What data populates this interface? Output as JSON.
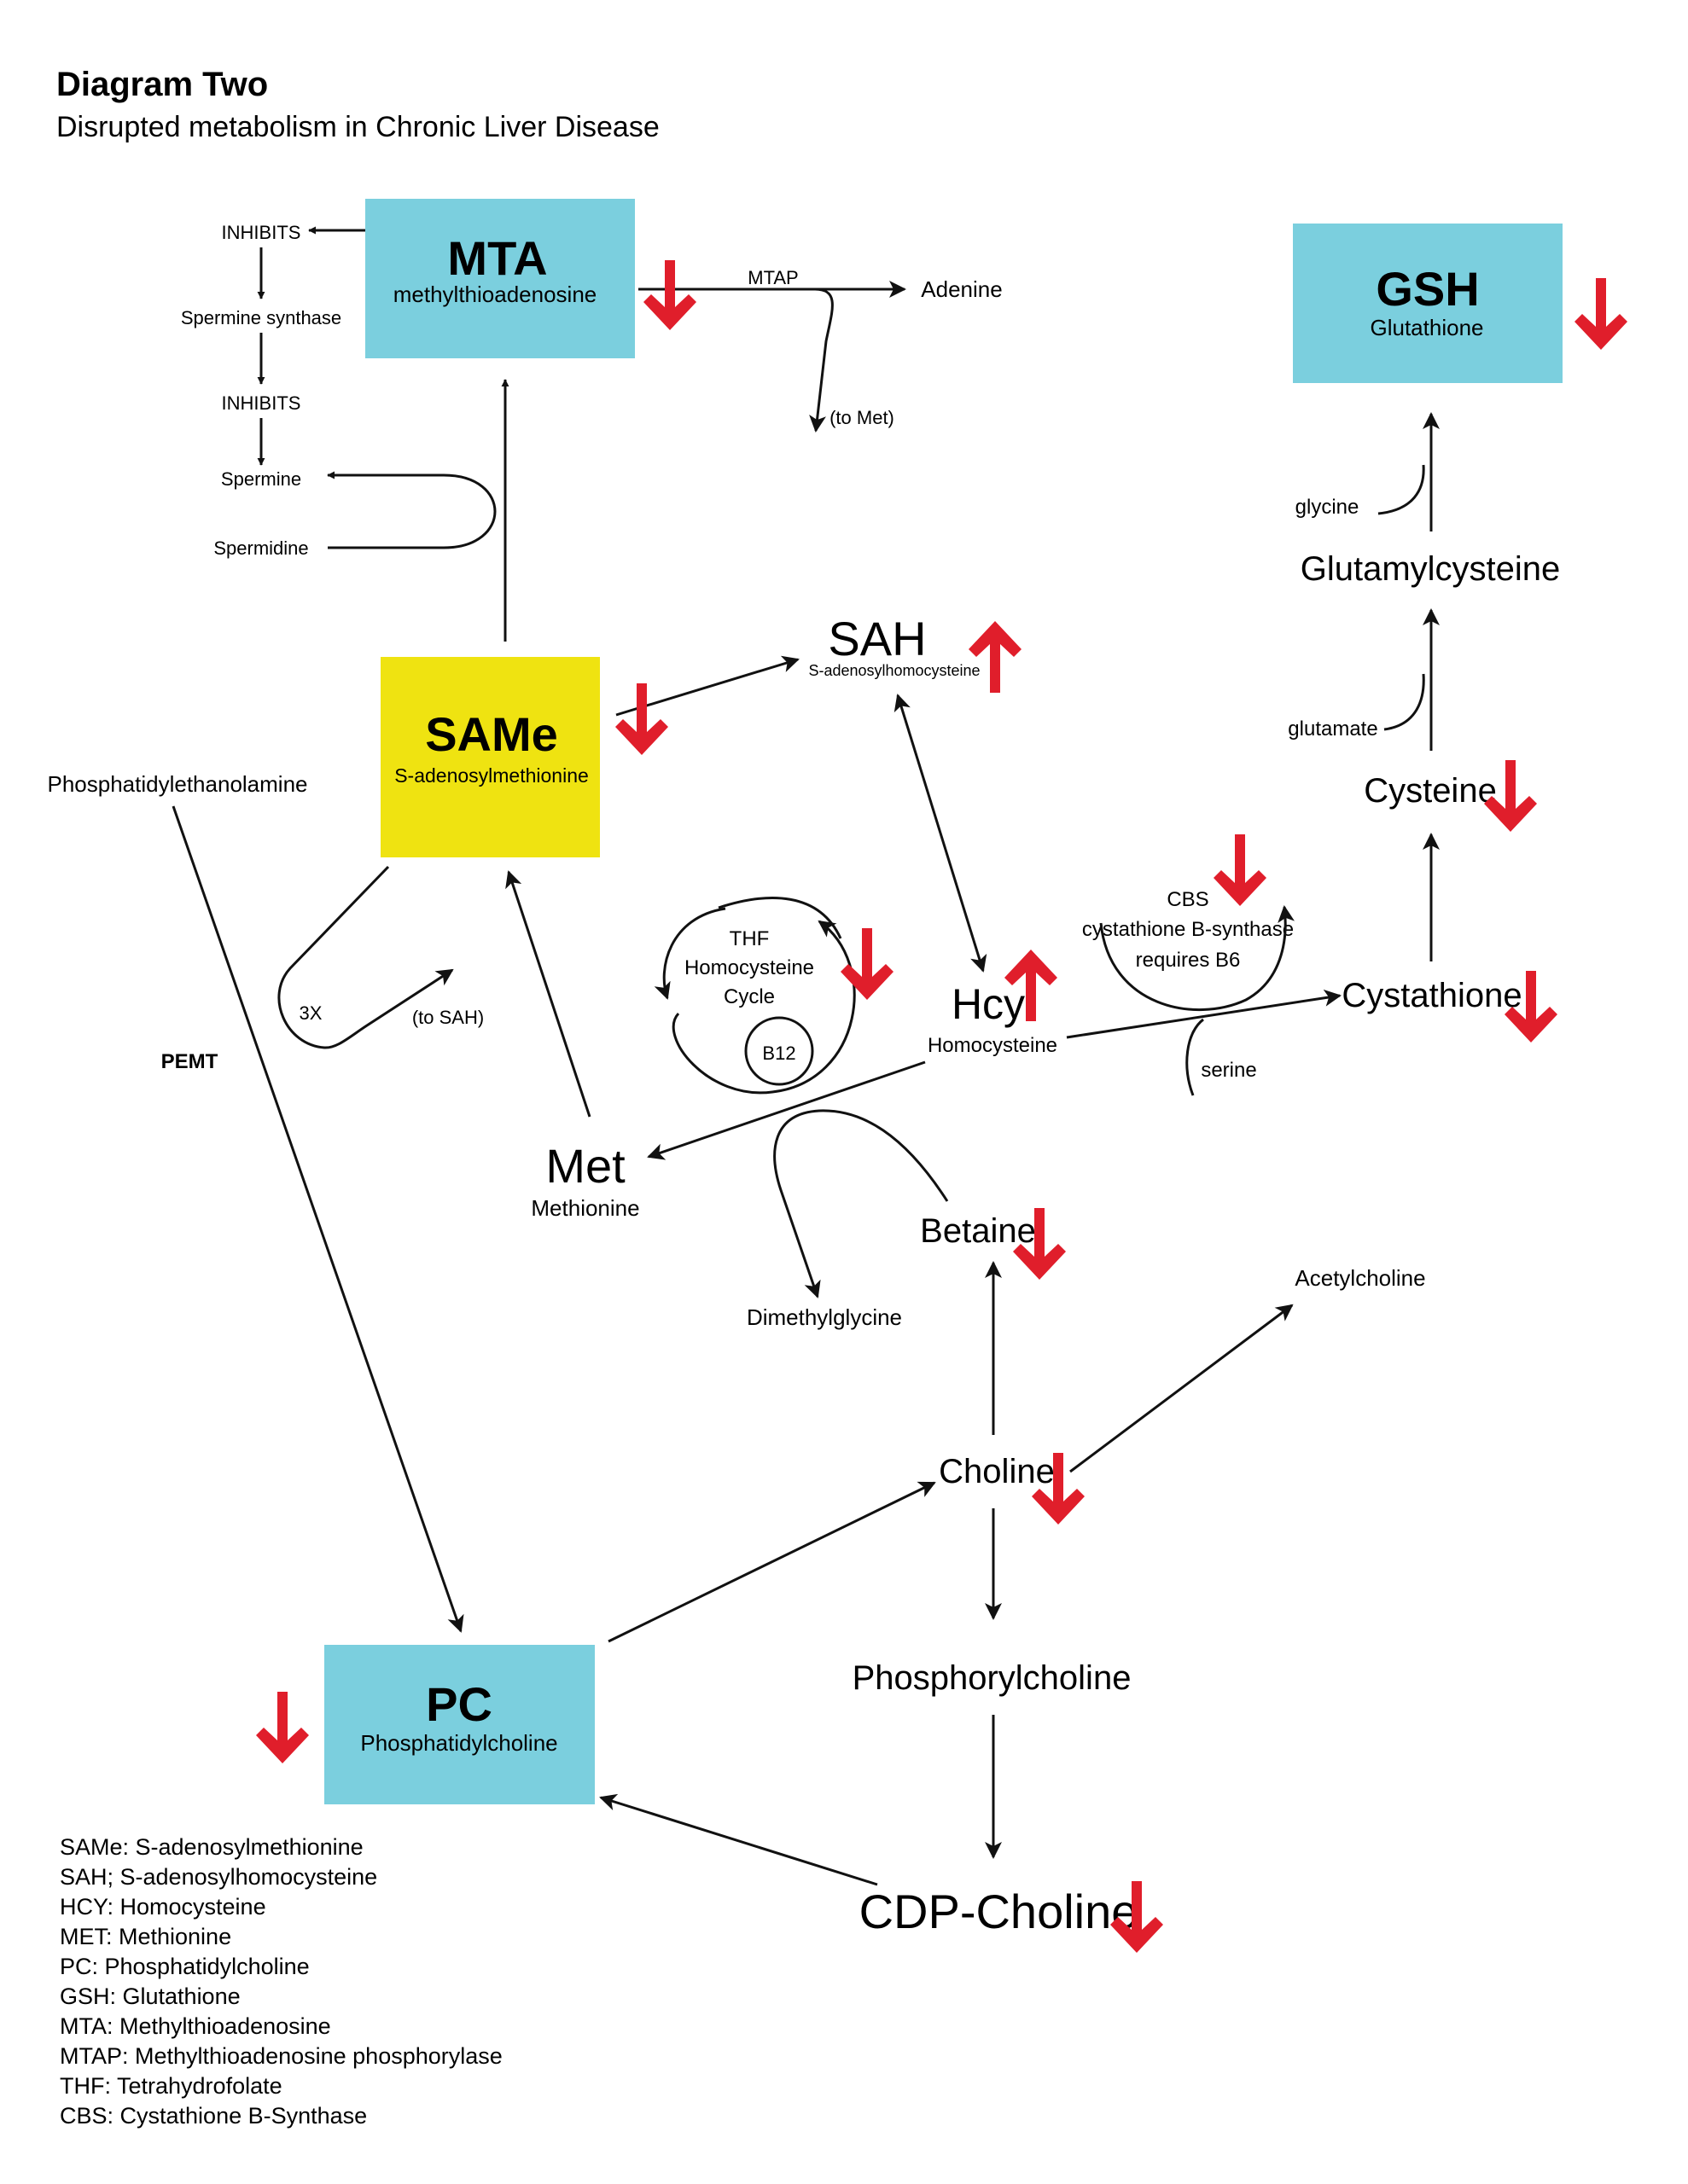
{
  "title": "Diagram Two",
  "subtitle": "Disrupted metabolism in Chronic Liver Disease",
  "colors": {
    "box_cyan": "#7bcfde",
    "box_yellow": "#efe311",
    "down_arrow_red": "#e01e2b",
    "line": "#111111"
  },
  "boxes": {
    "mta": {
      "title": "MTA",
      "subtitle": "methylthioadenosine",
      "level": "decreased"
    },
    "gsh": {
      "title": "GSH",
      "subtitle": "Glutathione",
      "level": "decreased"
    },
    "same": {
      "title": "SAMe",
      "subtitle": "S-adenosylmethionine",
      "level": "decreased"
    },
    "pc": {
      "title": "PC",
      "subtitle": "Phosphatidylcholine",
      "level": "decreased"
    }
  },
  "nodes": {
    "inhibits_1": "INHIBITS",
    "spermine_synthase": "Spermine synthase",
    "inhibits_2": "INHIBITS",
    "spermine": "Spermine",
    "spermidine": "Spermidine",
    "mtap": "MTAP",
    "adenine": "Adenine",
    "to_met": "(to Met)",
    "sah": "SAH",
    "sah_full": "S-adenosylhomocysteine",
    "phosphatidylethanolamine": "Phosphatidylethanolamine",
    "three_x": "3X",
    "to_sah": "(to SAH)",
    "pemt": "PEMT",
    "thf": "THF",
    "homocysteine_cycle": "Homocysteine",
    "cycle": "Cycle",
    "b12": "B12",
    "hcy": "Hcy",
    "homocysteine": "Homocysteine",
    "cbs": "CBS",
    "cbs_full": "cystathione B-synthase",
    "requires_b6": "requires B6",
    "serine": "serine",
    "cystathione": "Cystathione",
    "cysteine": "Cysteine",
    "glutamate": "glutamate",
    "glutamylcysteine": "Glutamylcysteine",
    "glycine": "glycine",
    "met": "Met",
    "methionine": "Methionine",
    "dimethylglycine": "Dimethylglycine",
    "betaine": "Betaine",
    "acetylcholine": "Acetylcholine",
    "choline": "Choline",
    "phosphorylcholine": "Phosphorylcholine",
    "cdp_choline": "CDP-Choline"
  },
  "level_changes": {
    "mta": "decreased",
    "gsh": "decreased",
    "same": "decreased",
    "sah": "increased",
    "thf_cycle": "decreased",
    "hcy": "increased",
    "cbs": "decreased",
    "cysteine": "decreased",
    "cystathione": "decreased",
    "betaine": "decreased",
    "choline": "decreased",
    "pc": "decreased",
    "cdp_choline": "decreased"
  },
  "legend": [
    "SAMe: S-adenosylmethionine",
    "SAH; S-adenosylhomocysteine",
    "HCY: Homocysteine",
    "MET: Methionine",
    "PC: Phosphatidylcholine",
    "GSH: Glutathione",
    "MTA: Methylthioadenosine",
    "MTAP: Methylthioadenosine phosphorylase",
    "THF: Tetrahydrofolate",
    "CBS: Cystathione B-Synthase"
  ]
}
